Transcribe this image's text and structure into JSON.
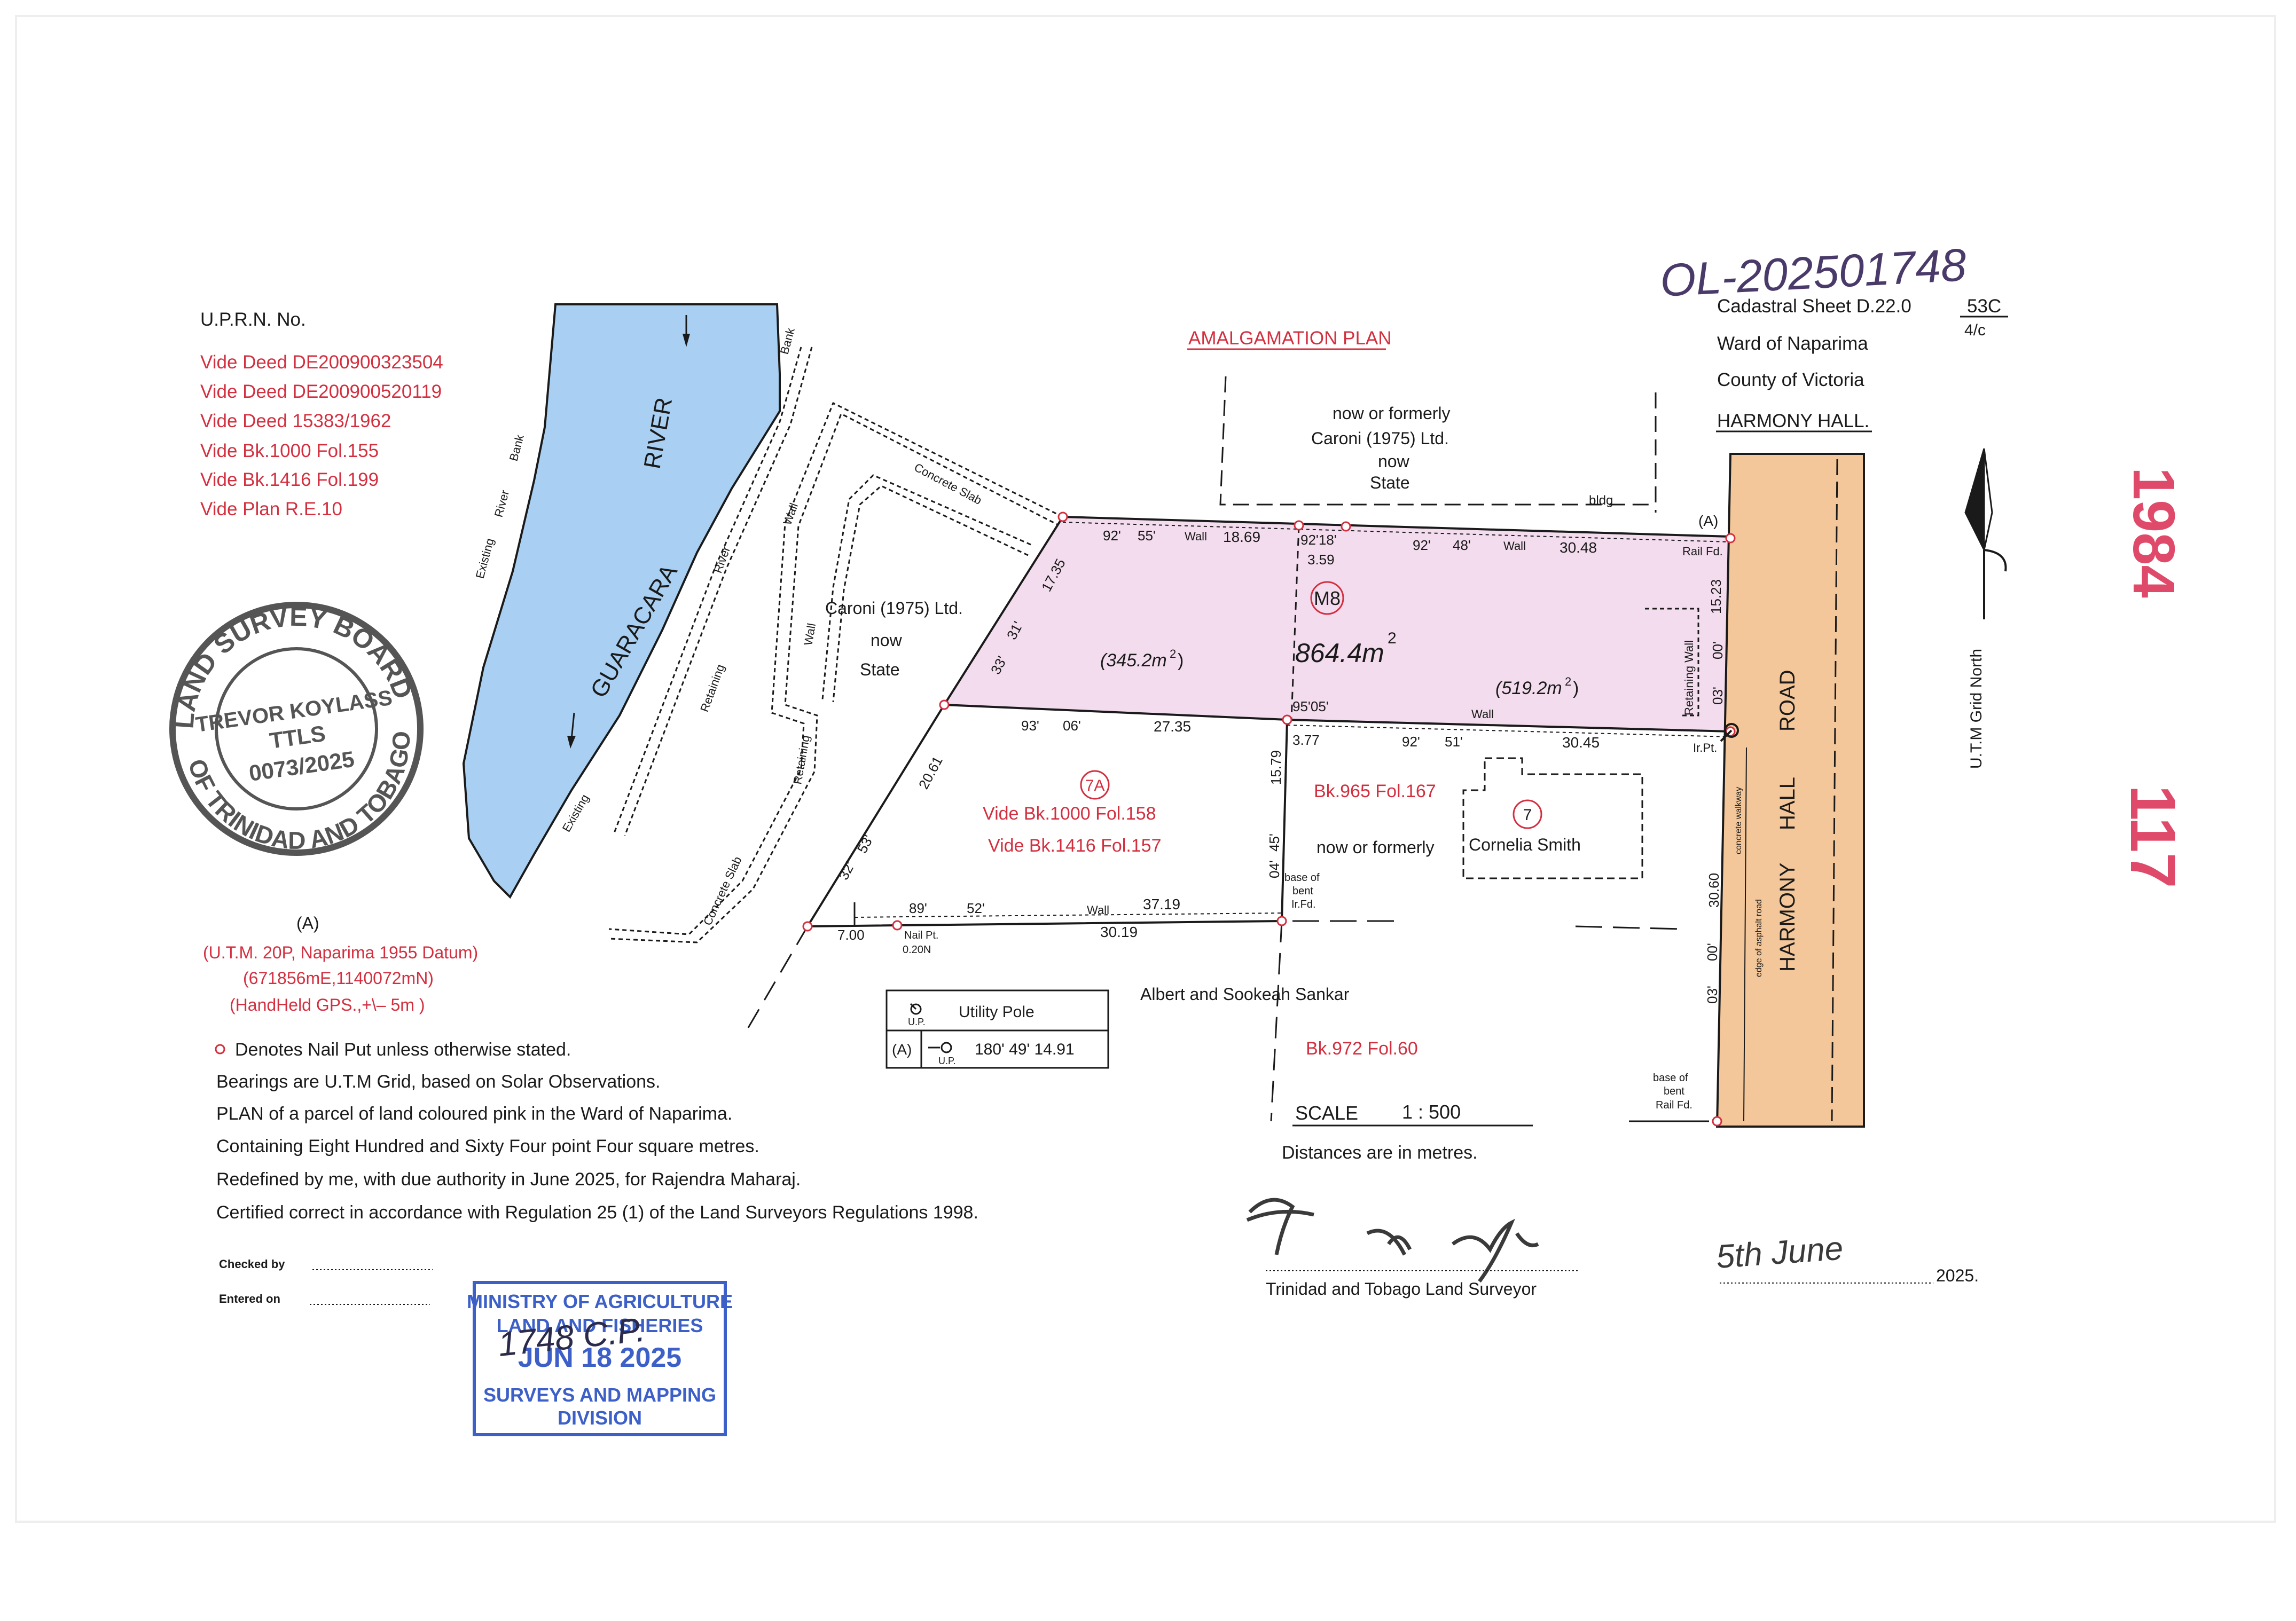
{
  "reference_number": "OL-202501748",
  "vertical_refs": {
    "right_top": "1984",
    "right_mid": "117"
  },
  "header": {
    "cadastral_sheet": "Cadastral   Sheet  D.22.0",
    "sheet_number": "53C",
    "sheet_sub": "4/c",
    "ward": "Ward  of  Naparima",
    "county": "County   of  Victoria",
    "place": "HARMONY  HALL."
  },
  "uprn_label": "U.P.R.N.  No.",
  "deed_refs": [
    "Vide  Deed  DE200900323504",
    "Vide  Deed  DE200900520119",
    "Vide  Deed  15383/1962",
    "Vide  Bk.1000  Fol.155",
    "Vide  Bk.1416  Fol.199",
    "Vide  Plan  R.E.10"
  ],
  "plan_title": "AMALGAMATION  PLAN",
  "stamp_survey_board": {
    "outer_top": "LAND SURVEY BOARD",
    "outer_bottom": "OF TRINIDAD AND TOBAGO",
    "name": "TREVOR KOYLASS",
    "title": "TTLS",
    "number": "0073/2025"
  },
  "reference_point": {
    "label": "(A)",
    "line1": "(U.T.M. 20P, Naparima 1955 Datum)",
    "line2": "(671856mE,1140072mN)",
    "line3": "(HandHeld GPS.,+\\– 5m )"
  },
  "river": {
    "name": "GUARACARA",
    "river_label": "RIVER",
    "bank": "Bank"
  },
  "features": {
    "existing_river_bank": [
      "Existing",
      "River",
      "Bank"
    ],
    "retaining_wall_left": [
      "Retaining",
      "River",
      "Wall"
    ],
    "concrete_slab_top": "Concrete Slab",
    "concrete_slab_bottom": "Concrete Slab",
    "wall": "Wall",
    "existing": "Existing",
    "retaining": "Retaining",
    "retaining_wall_right": "Retaining  Wall",
    "bldg": "bldg",
    "road_text_1": "concrete walkway",
    "road_text_2": "edge of asphalt road"
  },
  "neighbours": {
    "north": [
      "now  or  formerly",
      "Caroni  (1975)  Ltd.",
      "now",
      "State"
    ],
    "west": [
      "Caroni  (1975)  Ltd.",
      "now",
      "State"
    ],
    "south": "Albert  and  Sookeah  Sankar",
    "south_ref": "Bk.972  Fol.60",
    "lot7_ref": "Bk.965  Fol.167",
    "lot7_owner_prefix": "now  or  formerly",
    "lot7_owner": "Cornelia  Smith",
    "lot7_id": "7",
    "lot7a_id": "7A",
    "lot7a_refs": [
      "Vide  Bk.1000  Fol.158",
      "Vide  Bk.1416  Fol.157"
    ]
  },
  "parcel": {
    "id": "M8",
    "area_total": "864.4m",
    "area_sup": "2",
    "area_west": "(345.2m",
    "area_west_end": ")",
    "area_east": "(519.2m",
    "area_east_end": ")",
    "fill": "#f3dcee"
  },
  "measurements": {
    "n_brg1": [
      "92'",
      "55'",
      "Wall",
      "18.69"
    ],
    "n_brg2": [
      "92'18'",
      "3.59"
    ],
    "n_brg3": [
      "92'",
      "48'",
      "Wall",
      "30.48"
    ],
    "point_a": "(A)",
    "rail_fd": "Rail Fd.",
    "e_dist": "15.23",
    "e_brg": [
      "00'",
      "03'"
    ],
    "nw_dist": "17.35",
    "nw_brg": [
      "33'",
      "31'"
    ],
    "s_angle": "95'05'",
    "s_brg1": [
      "93'",
      "06'",
      "27.35"
    ],
    "s_brg2": [
      "3.77",
      "92'",
      "51'",
      "Wall",
      "30.45"
    ],
    "ir_pt": "Ir.Pt.",
    "mid_dist": "15.79",
    "mid_brg": [
      "45'",
      "04'"
    ],
    "w_dist": "20.61",
    "w_brg": [
      "32'",
      "53'"
    ],
    "ss_brg": [
      "89'",
      "52'",
      "Wall",
      "37.19"
    ],
    "ss_sub": [
      "7.00",
      "30.19"
    ],
    "nail_pt": [
      "Nail Pt.",
      "0.20N"
    ],
    "bent_ir": [
      "base of",
      "bent",
      "Ir.Fd."
    ],
    "road_dist": "30.60",
    "road_brg": [
      "00'",
      "03'"
    ],
    "bent_rail": [
      "base of",
      "bent",
      "Rail Fd."
    ]
  },
  "road": {
    "name": [
      "HARMONY",
      "HALL",
      "ROAD"
    ],
    "fill": "#f3c79a"
  },
  "north_arrow": "U.T.M  Grid   North",
  "legend": {
    "utility_pole": "Utility  Pole",
    "up": "U.P.",
    "a_label": "(A)",
    "bearing": "180'  49'  14.91"
  },
  "scale": {
    "label": "SCALE",
    "value": "1  :  500",
    "units": "Distances  are  in  metres."
  },
  "notes": [
    "Denotes  Nail  Put  unless  otherwise  stated.",
    "Bearings  are  U.T.M  Grid,  based  on  Solar  Observations.",
    "PLAN  of  a  parcel  of  land  coloured  pink  in  the  Ward  of  Naparima.",
    "Containing  Eight  Hundred  and  Sixty  Four  point  Four  square  metres.",
    "Redefined  by  me,  with  due  authority  in  June  2025,  for  Rajendra  Maharaj.",
    "Certified  correct  in  accordance  with  Regulation  25  (1)  of  the  Land  Surveyors  Regulations  1998."
  ],
  "checked_by": "Checked  by",
  "entered_on": "Entered  on",
  "surveyor_label": "Trinidad  and  Tobago  Land  Surveyor",
  "date": {
    "handwritten": "5th  June",
    "year": "2025."
  },
  "stamp_ministry": {
    "line1": "MINISTRY OF AGRICULTURE",
    "line2": "LAND AND FISHERIES",
    "date": "JUN 18 2025",
    "line3": "SURVEYS AND MAPPING",
    "line4": "DIVISION",
    "handwritten": "1748 C.P."
  },
  "colors": {
    "red_text": "#d32f3f",
    "river_fill": "#a9d0f2",
    "stamp_grey": "#555555",
    "stamp_blue": "#3c5fc8"
  }
}
